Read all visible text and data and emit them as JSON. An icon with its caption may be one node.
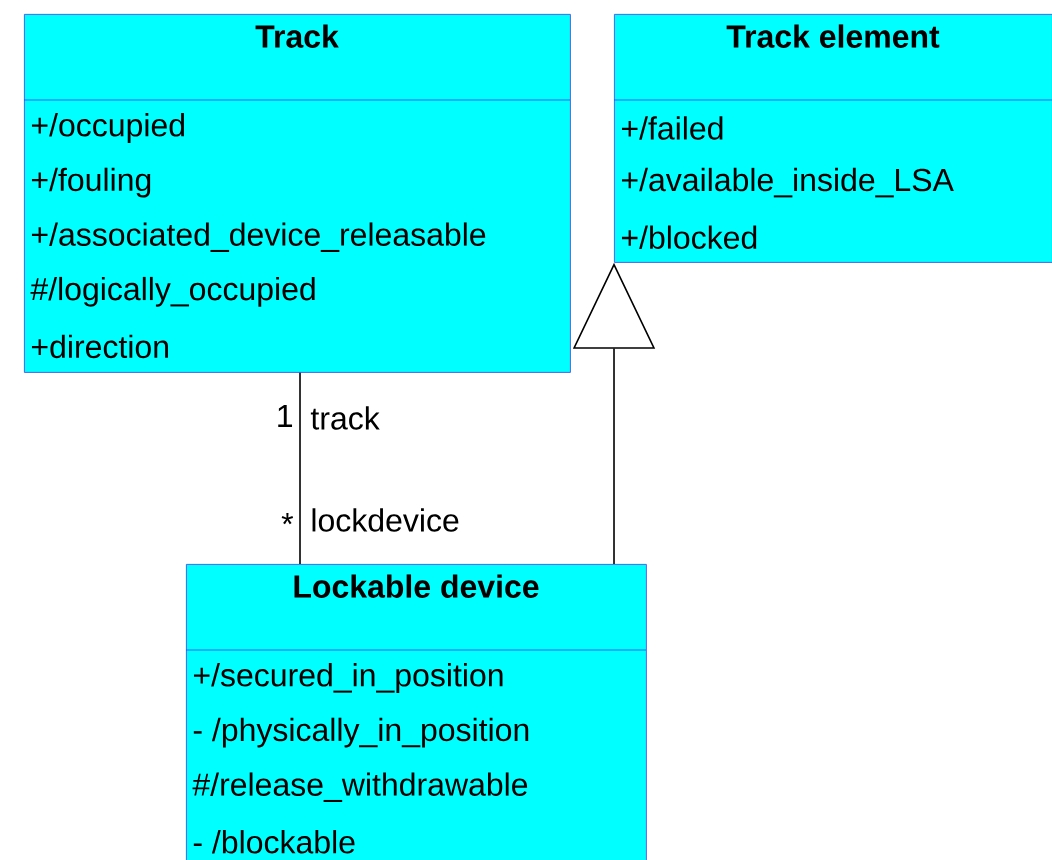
{
  "diagram": {
    "nodes": [
      {
        "text": [
          "Track",
          "+/occupied",
          "+/fouling",
          "+/associated_device_releasable",
          "#/logically_occupied",
          "+direction"
        ]
      },
      {
        "text": [
          "Track element",
          "+/failed",
          "+/available_inside_LSA",
          "+/blocked"
        ]
      },
      {
        "text": [
          "Lockable device",
          "+/secured_in_position",
          "- /physically_in_position",
          "#/release_withdrawable",
          "- /blockable"
        ]
      }
    ],
    "edges": [
      {
        "from": 0,
        "to": 2,
        "arrow": "none"
      },
      {
        "from": 2,
        "to": 1,
        "arrow": "to"
      }
    ],
    "labels": [
      "1",
      "track",
      "*",
      "lockdevice"
    ]
  }
}
